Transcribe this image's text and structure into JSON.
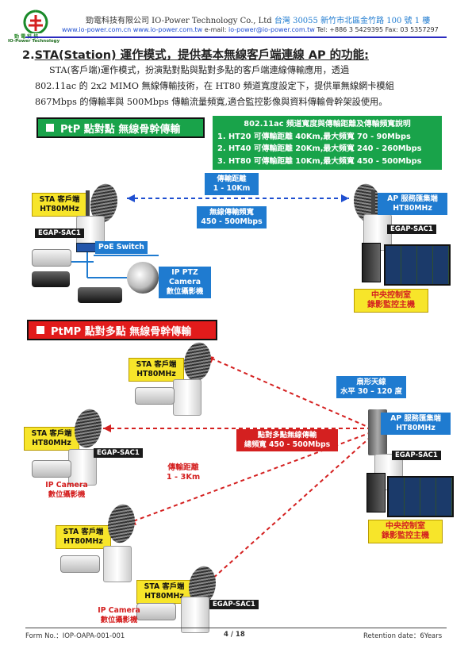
{
  "header": {
    "company": "勁電科技有限公司 IO-Power Technology Co., Ltd",
    "address": "台灣 30055 新竹市北區金竹路 100 號 1 樓",
    "web1": "www.io-power.com.cn",
    "web2": "www.io-power.com.tw",
    "email_label": "e-mail:",
    "email": "io-power@io-power.com.tw",
    "tel": "Tel: +886 3 5429395 Fax: 03 5357297",
    "logo_cn": "勁 電 科 技",
    "logo_en": "IO-Power Technology"
  },
  "section": {
    "number": "2.",
    "title": "STA(Station) 運作模式，提供基本無線客戶端連線 AP 的功能:",
    "para": [
      "STA(客戶端)運作模式，扮演點對點與點對多點的客戶端連線傳輸應用，透過",
      "802.11ac 的 2x2 MIMO 無線傳輸技術，在 HT80 頻道寬度設定下，提供單無線網卡模組",
      "867Mbps 的傳輸率與 500Mbps 傳輸流量頻寬,適合監控影像與資料傳輸骨幹架設使用。"
    ]
  },
  "ptp": {
    "banner": "PtP 點對點  無線骨幹傳輸",
    "spec_title": "802.11ac 頻道寬度與傳輸距離及傳輸頻寬說明",
    "spec_rows": [
      "1. HT20  可傳輸距離 40Km,最大頻寬 70 - 90Mbps",
      "2. HT40  可傳輸距離 20Km,最大頻寬 240 - 260Mbps",
      "3. HT80  可傳輸距離 10Km,最大頻寬 450 - 500Mbps"
    ],
    "sta_label": "STA 客戶端",
    "sta_mode": "HT80MHz",
    "ap_label": "AP 服務匯集端",
    "ap_mode": "HT80MHz",
    "dist_label": "傳輸距離",
    "dist_value": "1 - 10Km",
    "bw_label": "無線傳輸頻寬",
    "bw_value": "450 - 500Mbps",
    "device": "EGAP-SAC1",
    "poe": "PoE Switch",
    "ptz_label": "IP PTZ Camera",
    "ptz_cn": "數位攝影機",
    "ctrl1": "中央控制室",
    "ctrl2": "錄影監控主機"
  },
  "ptmp": {
    "banner": "PtMP 點對多點  無線骨幹傳輸",
    "sta_label": "STA 客戶端",
    "sta_mode": "HT80MHz",
    "sector1": "扇形天線",
    "sector2": "水平 30 – 120 度",
    "ap_label": "AP 服務匯集端",
    "ap_mode": "HT80MHz",
    "bw1": "點對多點無線傳輸",
    "bw2": "總頻寬 450 - 500Mbps",
    "dist_label": "傳輸距離",
    "dist_value": "1 - 3Km",
    "device": "EGAP-SAC1",
    "cam_label": "IP Camera",
    "cam_cn": "數位攝影機",
    "ctrl1": "中央控制室",
    "ctrl2": "錄影監控主機"
  },
  "footer": {
    "form": "Form No.：IOP-OAPA-001-001",
    "page": "4 / 18",
    "retention": "Retention date：6Years"
  },
  "colors": {
    "green": "#19a34a",
    "red": "#e21b1b",
    "blue": "#1f7bd0",
    "yellow": "#f7e52a"
  }
}
